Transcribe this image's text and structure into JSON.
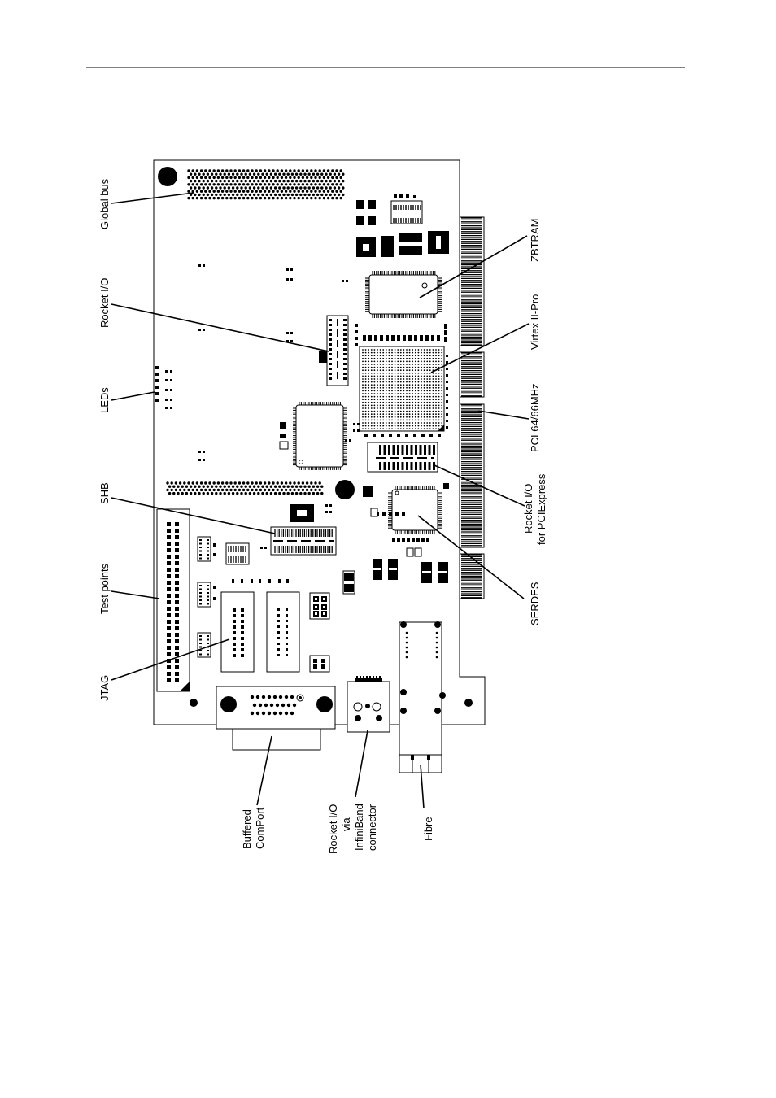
{
  "labels": {
    "global_bus": "Global bus",
    "rocket_io": "Rocket I/O",
    "leds": "LEDs",
    "shb": "SHB",
    "test_points": "Test points",
    "jtag": "JTAG",
    "zbtram": "ZBTRAM",
    "virtex": "Virtex II-Pro",
    "pci": "PCI 64/66MHz",
    "rocket_pcie_1": "Rocket I/O",
    "rocket_pcie_2": "for PCIExpress",
    "serdes": "SERDES",
    "buffered_1": "Buffered",
    "buffered_2": "ComPort",
    "ib_1": "Rocket I/O",
    "ib_2": "via",
    "ib_3": "InfiniBand",
    "ib_4": "connector",
    "fibre": "Fibre"
  },
  "colors": {
    "ink": "#000000",
    "paper": "#ffffff"
  }
}
